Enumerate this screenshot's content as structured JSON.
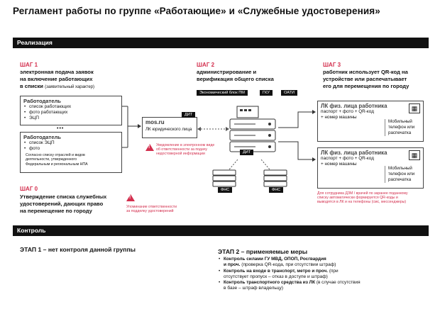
{
  "title": "Регламент работы по группе «Работающие» и «Служебные удостоверения»",
  "sections": {
    "realization": "Реализация",
    "control": "Контроль"
  },
  "step1": {
    "label": "ШАГ 1",
    "line1": "электронная подача заявок",
    "line2": "на включение работающих",
    "line3_bold": "в списки",
    "line3_small": "(заявительный характер)"
  },
  "employer1": {
    "title": "Работодатель",
    "items": [
      "список работающих",
      "фото работающих",
      "ЭЦП"
    ]
  },
  "dots": "•••",
  "employer2": {
    "title": "Работодатель",
    "items": [
      "список ЭЦП",
      "фото"
    ],
    "note1": "Согласно списку отраслей и видов",
    "note2": "деятельности, утвержденного",
    "note3": "Федеральным и региональным НПА"
  },
  "mos": {
    "title": "mos.ru",
    "subtitle": "ЛК юридического лица",
    "dit": "ДИТ"
  },
  "warn1": {
    "line1": "Уведомление в электронном виде",
    "line2": "об ответственности за подачу",
    "line3": "недостоверной информации"
  },
  "step0": {
    "label": "ШАГ 0",
    "line1": "Утверждение списка служебных",
    "line2": "удостоверений, дающих право",
    "line3": "на перемещение по городу"
  },
  "warn2": {
    "line1": "Упоминание ответственности",
    "line2": "за подделку удостоверений"
  },
  "step2": {
    "label": "ШАГ 2",
    "line1": "администрирование и",
    "line2": "верификация общего списка",
    "tags": [
      "Экономический блок ПМ",
      "ГКУ",
      "ОАТИ"
    ],
    "dit": "ДИТ",
    "fns1": "ФНС",
    "fns2": "ФНС"
  },
  "step3": {
    "label": "ШАГ 3",
    "line1": "работник использует QR-код на",
    "line2": "устройстве или распечатывает",
    "line3": "его для перемещения по городу"
  },
  "lk1": {
    "title": "ЛК физ. лица работника",
    "line1": "паспорт + фото + QR-код",
    "line2": "+ номер машины",
    "side1": "Мобильный",
    "side2": "телефон или",
    "side3": "распечатка"
  },
  "lk2": {
    "title": "ЛК физ. лица работника",
    "line1": "паспорт + фото + QR-код",
    "line2": "+ номер машины",
    "side1": "Мобильный",
    "side2": "телефон или",
    "side3": "распечатка"
  },
  "note_dzm": {
    "line1": "Для сотрудника ДЗМ / врачей по заранее поданному",
    "line2": "списку автоматически формируется QR-коды и",
    "line3": "выводятся в ЛК и на телефоны (смс, мессенджеры)"
  },
  "etap1": "ЭТАП 1 – нет контроля данной группы",
  "etap2": {
    "title": "ЭТАП 2 – применяемые меры",
    "m1_bold1": "Контроль силами ГУ МВД, ОПОП, Росгвардия",
    "m1_bold2": "и проч.",
    "m1_text": "(проверка QR-кода, при отсутствии штраф)",
    "m2_bold": "Контроль на входе в транспорт, метро и проч.",
    "m2_text1": "(при",
    "m2_text2": "отсутствует пропуск – отказ в доступе и штраф)",
    "m3_bold": "Контроль транспортного средства из ЛК",
    "m3_text1": "(в случае отсутствия",
    "m3_text2": "в базе – штраф владельцу)"
  },
  "colors": {
    "accent": "#d32f4e",
    "dark": "#111111"
  }
}
